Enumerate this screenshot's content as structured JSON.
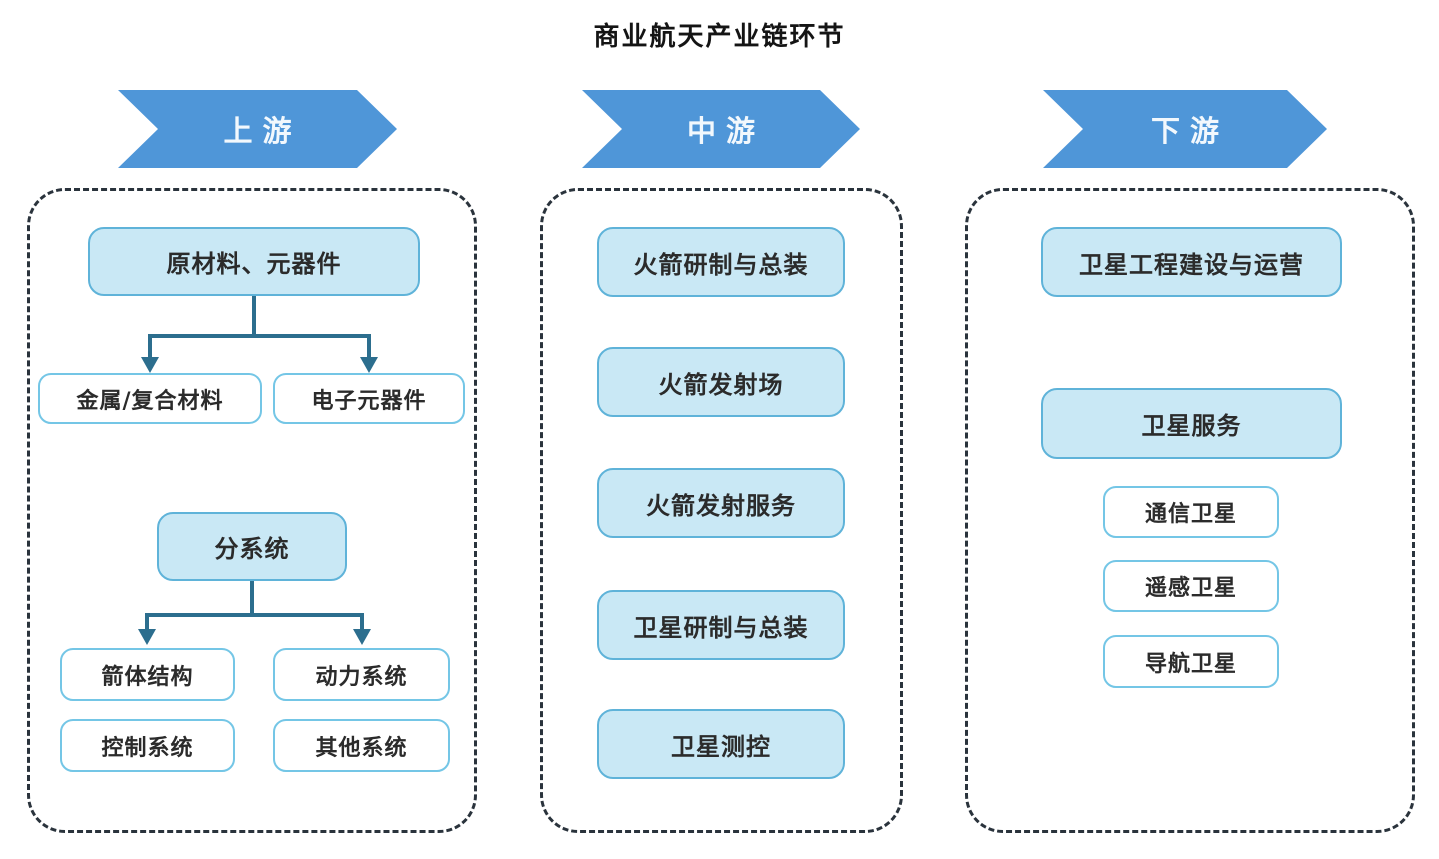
{
  "title": "商业航天产业链环节",
  "colors": {
    "banner_blue": "#4f96d8",
    "box_fill": "#c9e8f5",
    "box_fill_border": "#5fb3d9",
    "box_outline_border": "#74c6e6",
    "connector": "#2c6e8e",
    "panel_dash": "#2a333c"
  },
  "columns": {
    "upstream": {
      "header": "上游",
      "group1": {
        "parent": "原材料、元器件",
        "children": [
          "金属/复合材料",
          "电子元器件"
        ]
      },
      "group2": {
        "parent": "分系统",
        "children": [
          "箭体结构",
          "动力系统",
          "控制系统",
          "其他系统"
        ]
      }
    },
    "midstream": {
      "header": "中游",
      "boxes": [
        "火箭研制与总装",
        "火箭发射场",
        "火箭发射服务",
        "卫星研制与总装",
        "卫星测控"
      ]
    },
    "downstream": {
      "header": "下游",
      "primary_boxes": [
        "卫星工程建设与运营",
        "卫星服务"
      ],
      "satellite_types": [
        "通信卫星",
        "遥感卫星",
        "导航卫星"
      ]
    }
  }
}
